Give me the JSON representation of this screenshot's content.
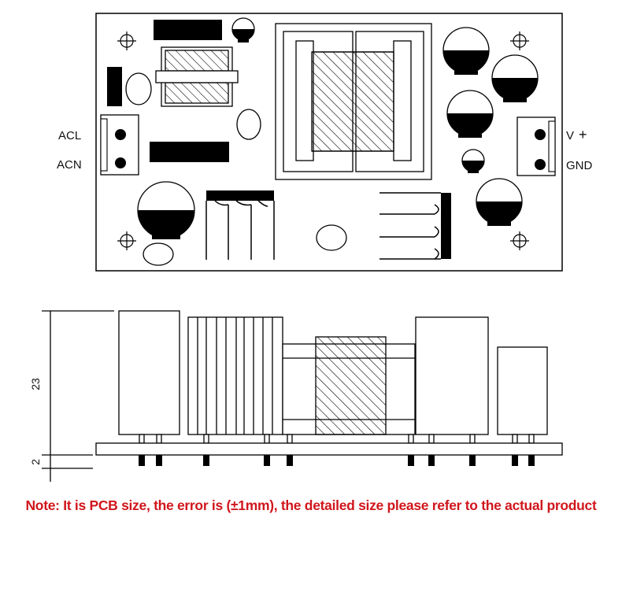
{
  "top_view": {
    "labels": {
      "acl": "ACL",
      "acn": "ACN",
      "vplus": "V",
      "plus_sign": "+",
      "gnd": "GND"
    }
  },
  "side_view": {
    "dimensions": {
      "height": "23",
      "pcb_thickness": "2"
    }
  },
  "note": "Note: It is  PCB size, the error is (±1mm), the detailed size please refer to the actual product",
  "colors": {
    "line": "#000000",
    "note": "#d0161c",
    "background": "#ffffff"
  }
}
